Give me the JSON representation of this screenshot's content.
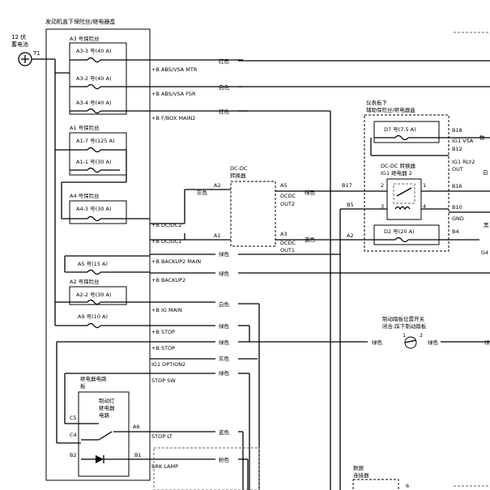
{
  "battery": {
    "label_line1": "12 伏",
    "label_line2": "蓄电池",
    "terminal": "T1"
  },
  "fuse_box": {
    "title": "发动机盖下保险丝/继电器盒"
  },
  "fuses": {
    "a3_group": "A3 号保险丝",
    "a3_3": "A3-3 号(40 A)",
    "a3_2": "A3-2 号(40 A)",
    "a3_4": "A3-4 号(40 A)",
    "a1_group": "A1 号保险丝",
    "a1_7": "A1-7 号(125 A)",
    "a1_1": "A1-1 号(30 A)",
    "a4_group": "A4 号保险丝",
    "a4_3": "A4-3 号(30 A)",
    "a5": "A5 号(15 A)",
    "a2_group": "A2 号保险丝",
    "a2_2": "A2-2 号(30 A)",
    "a9": "A9 号(10 A)"
  },
  "circuits": {
    "abs_vsa_mtr": "+B ABS/VSA MTR",
    "abs_vsa_fsr": "+B ABS/VSA FSR",
    "fbox_main2": "+B F/BOX MAIN2",
    "dc_dc2": "+B DC/DC2",
    "dc_dc1": "+B DC/DC1",
    "backup2_main": "+B BACKUP2 MAIN",
    "backup2": "+B BACKUP2",
    "ig_main": "+B IG MAIN",
    "stop1": "+B STOP",
    "stop2": "+B STOP",
    "ig1_option2": "IG1 OPTION2",
    "stop_sw": "STOP SW",
    "stop_lt": "STOP LT",
    "brk_lamp": "BRK LAMP"
  },
  "wire_colors": {
    "red1": "红色",
    "white1": "白色",
    "red2": "红色",
    "gray1": "灰色",
    "green_dc": "绿色",
    "blue_dc": "蓝色",
    "green_dc1": "绿色",
    "green_backup": "绿色",
    "white_ig": "白色",
    "green_stop1": "绿色",
    "green_stop2": "绿色",
    "gray_ig1": "灰色",
    "green_stopsw": "绿色",
    "blue_stoplt": "蓝色",
    "pink_brk": "粉色",
    "green_sw_in": "绿色",
    "green_sw_out": "绿色"
  },
  "dcdc": {
    "title1": "DC-DC",
    "title2": "转换器",
    "pin_a2": "A2",
    "pin_a1": "A1",
    "pin_a5": "A5",
    "pin_a3": "A3",
    "out2_1": "DCDC",
    "out2_2": "OUT2",
    "out1_1": "DCDC",
    "out1_2": "OUT1"
  },
  "dash_box": {
    "title1": "仪表板下",
    "title2": "辅助保险丝/继电器盒",
    "d7": "D7 号(7.5 A)",
    "d2": "D2 号(20 A)",
    "relay_title1": "DC-DC 转换器",
    "relay_title2": "IG1 继电器 2",
    "pin_b17": "B17",
    "pin_b5": "B5",
    "pin_a2": "A2",
    "pin_b18": "B18",
    "pin_b12": "B12",
    "pin_b16": "B16",
    "pin_b10": "B10",
    "pin_b4": "B4",
    "ig1_vsa": "IG1 VSA",
    "ig1_rly2": "IG1 RLY2",
    "out": "OUT",
    "gnd": "GND",
    "r2": "2",
    "r1": "1",
    "r3": "3",
    "r4": "4",
    "cut_a": "数",
    "cut_b": "白",
    "cut_c": "黑",
    "cut_d": "G4"
  },
  "brake_switch": {
    "title1": "制动踏板位置开关",
    "title2": "闭合:踩下制动踏板",
    "pin1": "1",
    "pin2": "2",
    "cut": "绿"
  },
  "relay_circuit": {
    "title1": "继电器电路",
    "title2": "板",
    "relay1": "制动灯",
    "relay2": "继电器",
    "relay3": "电路",
    "pin_c5": "C5",
    "pin_c4": "C4",
    "pin_a6": "A6",
    "pin_b2": "B2",
    "pin_b1": "B1"
  },
  "connector": {
    "title1": "数据",
    "title2": "连接器",
    "pin6": "6"
  }
}
